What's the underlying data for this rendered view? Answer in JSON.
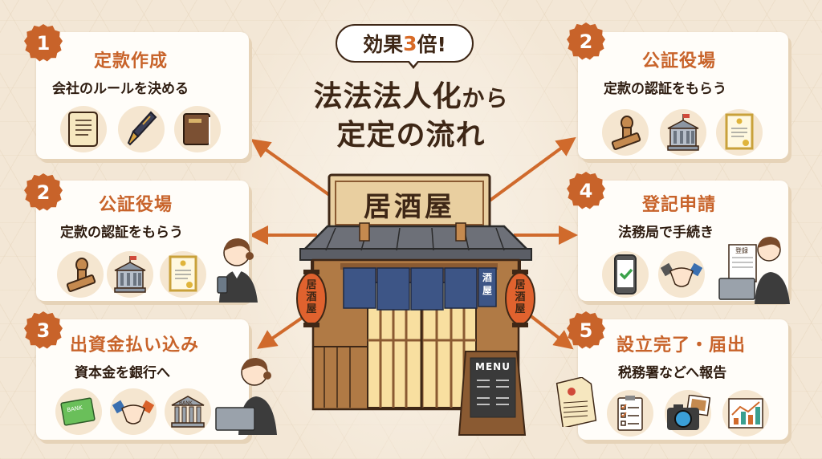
{
  "header": {
    "bubble_prefix": "効果",
    "bubble_accent": "3",
    "bubble_suffix": "倍!",
    "title_line1_main": "法法法人化",
    "title_line1_small": "から",
    "title_line2": "定定の流れ"
  },
  "shop": {
    "sign": "居酒屋",
    "lantern_left": "居酒屋",
    "lantern_right": "居酒屋",
    "noren_text": "酒屋",
    "menu_board": "MENU"
  },
  "steps": [
    {
      "number": "1",
      "title": "定款作成",
      "subtitle": "会社のルールを決める",
      "icons": [
        "scroll-icon",
        "fountain-pen-icon",
        "book-icon"
      ]
    },
    {
      "number": "2",
      "title": "公証役場",
      "subtitle": "定款の認証をもらう",
      "icons": [
        "stamp-icon",
        "government-building-icon",
        "certificate-icon"
      ]
    },
    {
      "number": "2",
      "title": "公証役場",
      "subtitle": "定款の認証をもらう",
      "icons": [
        "stamp-icon",
        "government-building-icon",
        "certificate-icon"
      ]
    },
    {
      "number": "3",
      "title": "出資金払い込み",
      "subtitle": "資本金を銀行へ",
      "icons": [
        "bankbook-icon",
        "handshake-icon",
        "bank-icon"
      ],
      "labels": {
        "bankbook": "BANK",
        "bank": "BANK"
      }
    },
    {
      "number": "4",
      "title": "登記申請",
      "subtitle": "法務局で手続き",
      "icons": [
        "smartphone-check-icon",
        "handshake-icon",
        "registration-form-icon"
      ],
      "labels": {
        "form": "登録"
      }
    },
    {
      "number": "5",
      "title": "設立完了・届出",
      "subtitle": "税務署などへ報告",
      "icons": [
        "map-document-icon",
        "checklist-icon",
        "camera-photo-icon",
        "growth-chart-icon"
      ]
    }
  ],
  "colors": {
    "background": "#f3e7d6",
    "accent_orange": "#c8632a",
    "dark_brown": "#3e2716",
    "card": "#fffdf9"
  }
}
